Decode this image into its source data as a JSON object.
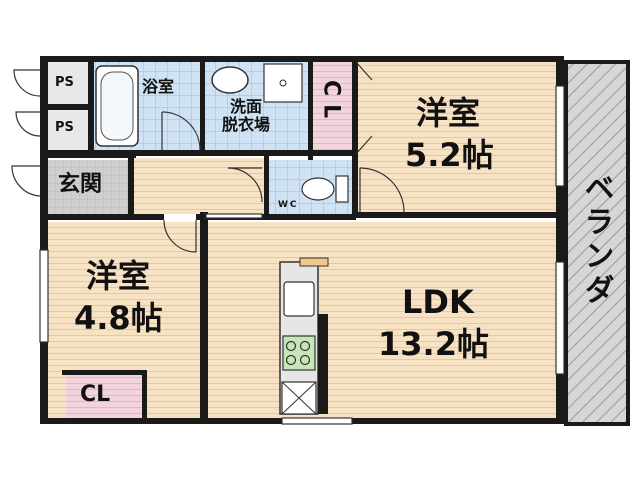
{
  "rooms": {
    "western_1": {
      "name": "洋室",
      "size": "5.2帖"
    },
    "western_2": {
      "name": "洋室",
      "size": "4.8帖"
    },
    "ldk": {
      "name": "LDK",
      "size": "13.2帖"
    },
    "bath": "浴室",
    "washroom": "洗面\n脱衣場",
    "entrance": "玄関",
    "toilet": "WC",
    "closet_1": "CL",
    "closet_2": "CL",
    "ps_1": "PS",
    "ps_2": "PS",
    "balcony": "ベランダ"
  },
  "colors": {
    "wall": "#1a1a1a",
    "floor_wood": "#f7e3c4",
    "floor_line": "#e6c89e",
    "wet_tile": "#cfe3f5",
    "tile_line": "#8fb2d6",
    "closet_pink": "#f3d3dc",
    "entrance_gray": "#cfcfcf",
    "balcony_gray": "#c8c8c8",
    "kitchen_green": "#c7e6b8"
  }
}
